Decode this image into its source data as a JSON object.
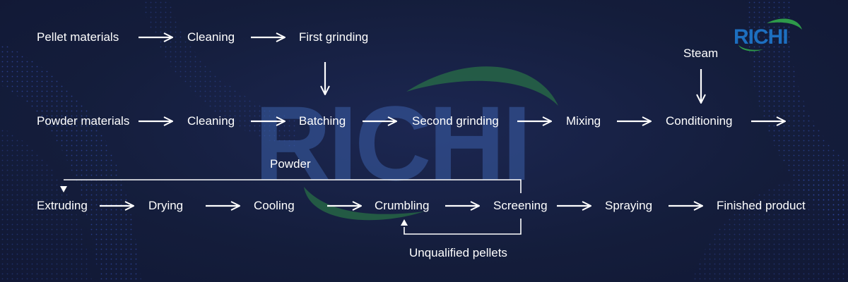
{
  "brand": {
    "logo_text": "RICHI",
    "watermark_text": "RICHI",
    "logo_blue": "#1d6fc0",
    "logo_green": "#2e9a4a"
  },
  "colors": {
    "background": "#141d3b",
    "text": "#ffffff",
    "arrow": "#ffffff",
    "dots": "#3a58c8"
  },
  "flow": {
    "row1": [
      "Pellet materials",
      "Cleaning",
      "First grinding"
    ],
    "row2": [
      "Powder materials",
      "Cleaning",
      "Batching",
      "Second grinding",
      "Mixing",
      "Conditioning"
    ],
    "row3": [
      "Extruding",
      "Drying",
      "Cooling",
      "Crumbling",
      "Screening",
      "Spraying",
      "Finished product"
    ],
    "steam_label": "Steam",
    "powder_label": "Powder",
    "unqualified_label": "Unqualified pellets"
  }
}
